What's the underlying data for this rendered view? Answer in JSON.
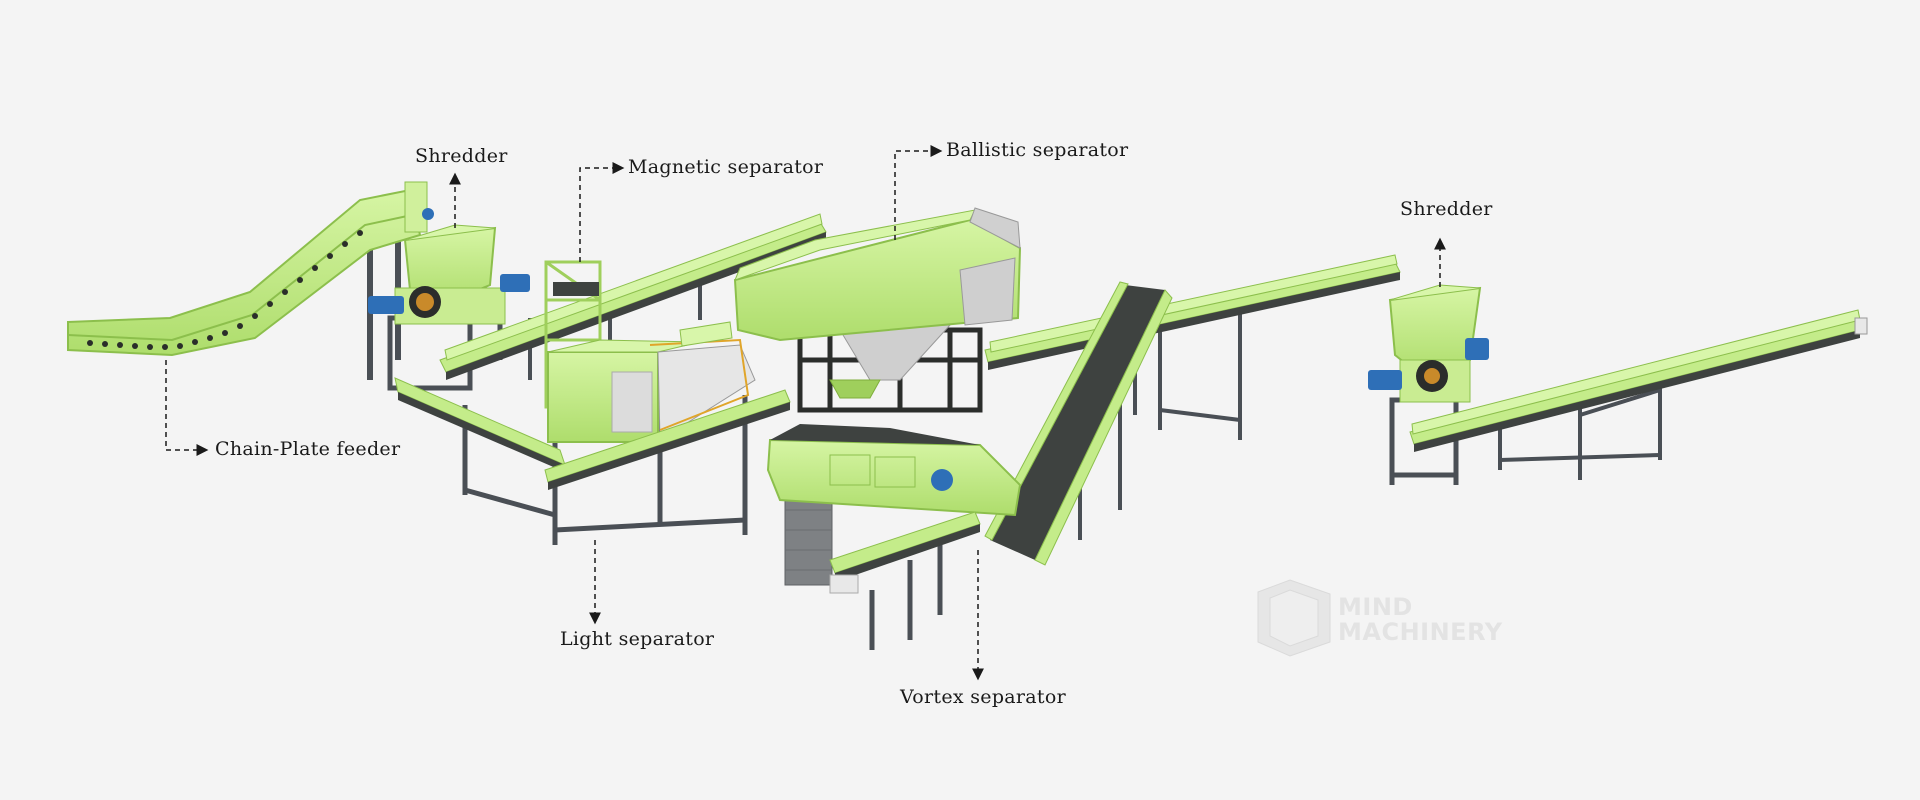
{
  "labels": {
    "shredder_left": "Shredder",
    "magnetic_separator": "Magnetic separator",
    "ballistic_separator": "Ballistic separator",
    "shredder_right": "Shredder",
    "chain_plate_feeder": "Chain-Plate feeder",
    "light_separator": "Light separator",
    "vortex_separator": "Vortex separator"
  },
  "watermark": {
    "line1": "MIND",
    "line2": "MACHINERY"
  },
  "colors": {
    "machine_green": "#c4ec8a",
    "machine_green_dark": "#9fcf5c",
    "belt_dark": "#3e4240",
    "frame_gray": "#4a4f55",
    "motor_blue": "#2e6fb7",
    "background": "#f4f4f4"
  }
}
